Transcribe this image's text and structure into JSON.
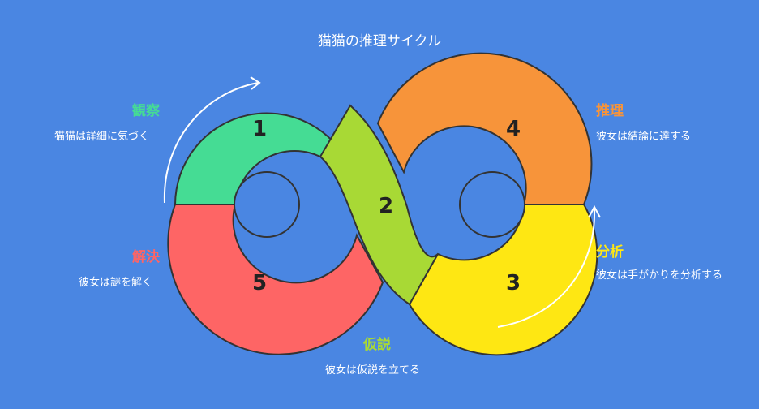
{
  "title": "猫猫の推理サイクル",
  "stages": [
    {
      "number": "1",
      "label": "観察",
      "description": "猫猫は詳細に気づく",
      "color": "#45dc94"
    },
    {
      "number": "2",
      "label": "仮説",
      "description": "彼女は仮説を立てる",
      "color": "#a8d935"
    },
    {
      "number": "3",
      "label": "分析",
      "description": "彼女は手がかりを分析する",
      "color": "#fee713"
    },
    {
      "number": "4",
      "label": "推理",
      "description": "彼女は結論に達する",
      "color": "#f7943a"
    },
    {
      "number": "5",
      "label": "解決",
      "description": "彼女は謎を解く",
      "color": "#fe6565"
    }
  ],
  "colors": {
    "background": "#4a86e2",
    "stroke": "#333333"
  }
}
